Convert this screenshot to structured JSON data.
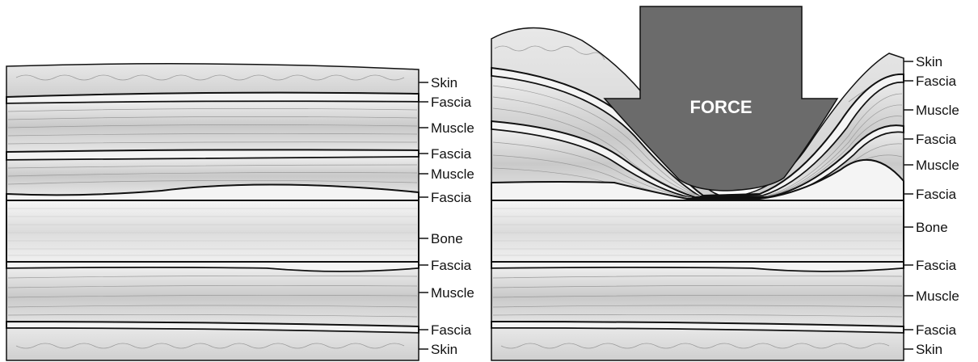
{
  "left_panel": {
    "labels": [
      "Skin",
      "Fascia",
      "Muscle",
      "Fascia",
      "Muscle",
      "Fascia",
      "Bone",
      "Fascia",
      "Muscle",
      "Fascia",
      "Skin"
    ]
  },
  "right_panel": {
    "force_label": "FORCE",
    "labels": [
      "Skin",
      "Fascia",
      "Muscle",
      "Fascia",
      "Muscle",
      "Fascia",
      "Bone",
      "Fascia",
      "Muscle",
      "Fascia",
      "Skin"
    ]
  },
  "colors": {
    "skin": "#d9d9d9",
    "fascia": "#f4f4f4",
    "muscle": "#d0d0d0",
    "bone": "#e4e4e4",
    "force": "#6b6b6b",
    "outline": "#111111"
  }
}
